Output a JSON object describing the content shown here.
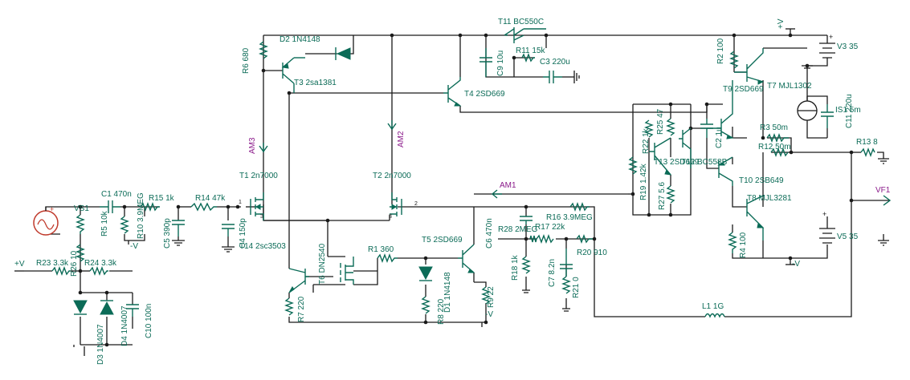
{
  "labels": {
    "vs1": "VS1",
    "plus_v_left": "+V",
    "r23": "R23 3.3k",
    "r24": "R24 3.3k",
    "r26": "R26 10",
    "r5": "R5 10k",
    "c1": "C1 470n",
    "r10": "R10 3.9MEG",
    "minus_v_r10": "-V",
    "r15": "R15 1k",
    "c5": "C5 390p",
    "r14": "R14 47k",
    "c4": "C4 150p",
    "d3": "D3 1N4007",
    "d4": "D4 1N4007",
    "c10": "C10 100n",
    "r6": "R6 680",
    "d2": "D2 1N4148",
    "t3": "T3 2sa1381",
    "am3": "AM3",
    "t1": "T1 2n7000",
    "t14": "T14 2sc3503",
    "r7": "R7 220",
    "t6": "T6 DN2540",
    "r1": "R1 360",
    "am2": "AM2",
    "t2": "T2 2n7000",
    "pin2": "2",
    "t11": "T11 BC550C",
    "c9": "C9 10u",
    "r11": "R11 15k",
    "c3": "C3 220u",
    "t4": "T4 2SD669",
    "am1": "AM1",
    "c6": "C6 470n",
    "r16": "R16 3.9MEG",
    "r28": "R28 2MEG",
    "r17": "R17 22k",
    "r20": "R20 910",
    "t5": "T5 2SD669",
    "d1": "D1 1N4148",
    "r8": "R8 220",
    "r9": "R9 22",
    "minus_v_r9": "-V",
    "r18": "R18 1k",
    "c7": "C7 8.2n",
    "r21": "R21 0",
    "l1": "L1 1G",
    "r19": "R19 1.42k",
    "r22": "R22 1k",
    "r25": "R25 47",
    "r27": "R27 5.6",
    "t13": "T13 2SD669",
    "t12": "T12 BC558B",
    "c2": "C2 1u",
    "r2": "R2 100",
    "t9": "T9 2SD669",
    "t7": "T7 MJL1302",
    "plus_v_top": "+V",
    "v3": "V3 35",
    "is1": "IS1 5m",
    "c11": "C11 220u",
    "r3": "R3 50m",
    "r12": "R12 50m",
    "r13": "R13 8",
    "t10": "T10 2SB649",
    "t8": "T8 MJL3281",
    "vf1": "VF1",
    "v5": "V5 35",
    "r4": "R4 100",
    "minus_v_r4": "-V",
    "pin3a": "3",
    "pin3b": "3",
    "pin1": "1"
  }
}
